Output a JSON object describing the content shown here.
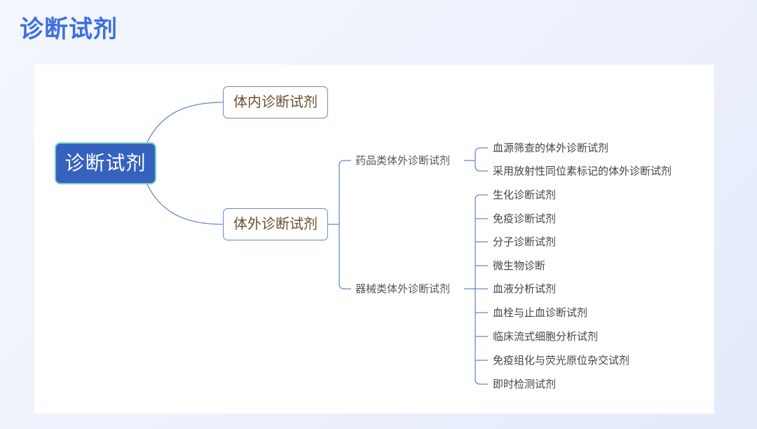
{
  "page": {
    "title": "诊断试剂"
  },
  "mindmap": {
    "root": "诊断试剂",
    "branches": [
      {
        "label": "体内诊断试剂"
      },
      {
        "label": "体外诊断试剂",
        "children": [
          {
            "label": "药品类体外诊断试剂",
            "leaves": [
              "血源筛查的体外诊断试剂",
              "采用放射性同位素标记的体外诊断试剂"
            ]
          },
          {
            "label": "器械类体外诊断试剂",
            "leaves": [
              "生化诊断试剂",
              "免疫诊断试剂",
              "分子诊断试剂",
              "微生物诊断",
              "血液分析试剂",
              "血栓与止血诊断试剂",
              "临床流式细胞分析试剂",
              "免疫组化与荧光原位杂交试剂",
              "即时检测试剂"
            ]
          }
        ]
      }
    ]
  },
  "colors": {
    "title": "#3d6fe0",
    "root_fill": "#3561bf",
    "root_border": "#7ad0c4",
    "connector": "#6c88c2",
    "branch_text": "#6b5130"
  }
}
